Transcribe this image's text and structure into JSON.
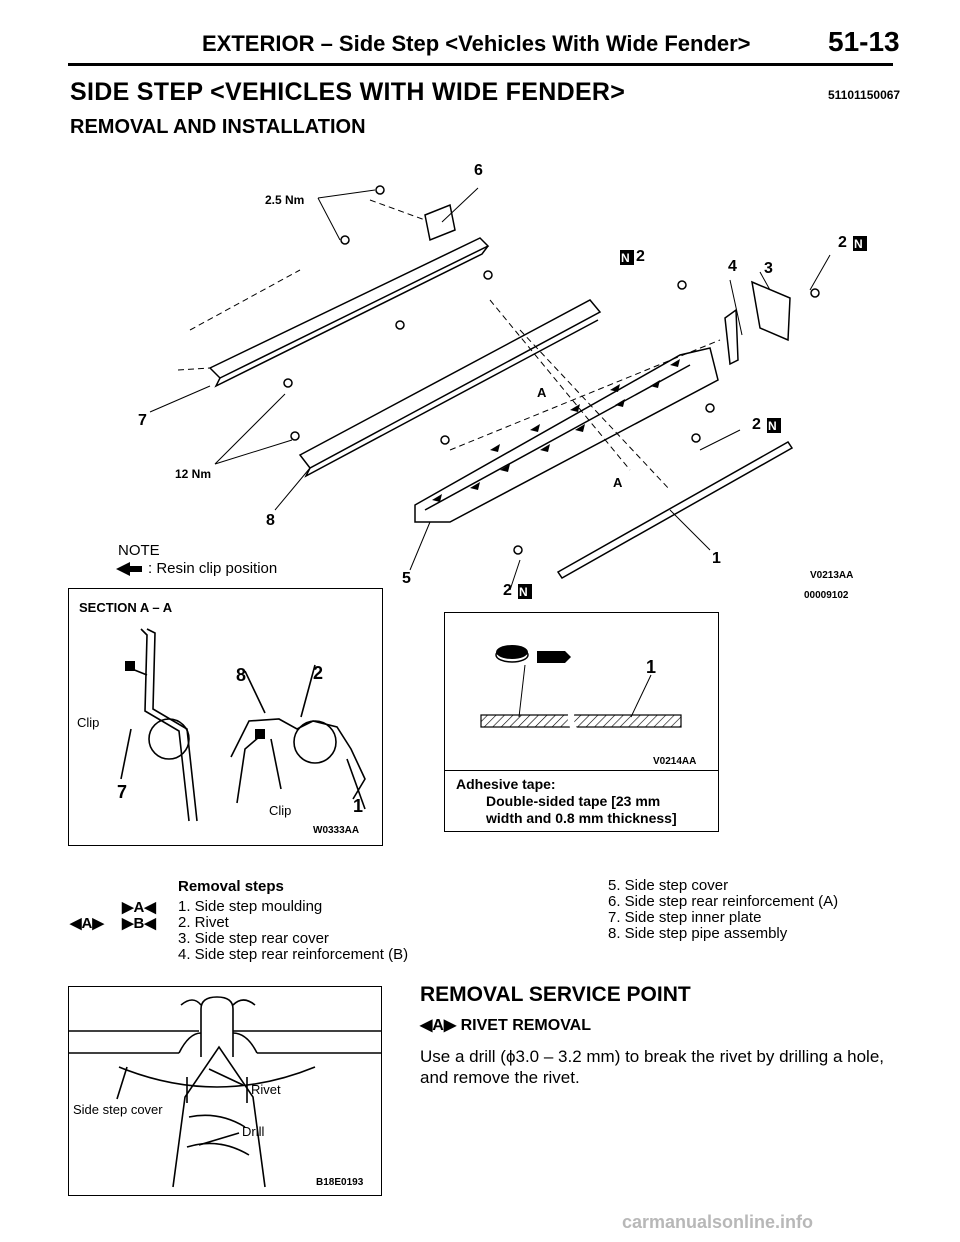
{
  "header": {
    "title": "EXTERIOR – Side Step <Vehicles With Wide Fender>",
    "page": "51-13"
  },
  "main_title": "SIDE STEP <VEHICLES WITH WIDE FENDER>",
  "doc_code": "51101150067",
  "subtitle": "REMOVAL AND INSTALLATION",
  "figure1": {
    "torque_top": "2.5 Nm",
    "torque_left": "12 Nm",
    "labels": {
      "n6": "6",
      "n7": "7",
      "n8": "8",
      "n5": "5",
      "n4": "4",
      "n3": "3",
      "n1": "1",
      "n2": "2",
      "sec_a": "A",
      "n_mark": "N"
    },
    "note_title": "NOTE",
    "note_text": ": Resin clip position",
    "code1": "V0213AA",
    "code2": "00009102"
  },
  "section_box": {
    "title": "SECTION A – A",
    "clip": "Clip",
    "n7": "7",
    "n8": "8",
    "n2": "2",
    "n1": "1",
    "code": "W0333AA"
  },
  "tape_box": {
    "n1": "1",
    "code": "V0214AA",
    "caption_title": "Adhesive tape:",
    "caption_line1": "Double-sided tape [23 mm",
    "caption_line2": "width and 0.8 mm thickness]"
  },
  "removal": {
    "heading": "Removal steps",
    "marks": {
      "a_right": "▶A◀",
      "a_left": "◀A▶",
      "b_right": "▶B◀"
    },
    "steps_left": [
      "1. Side step moulding",
      "2. Rivet",
      "3. Side step rear cover",
      "4. Side step rear reinforcement (B)"
    ],
    "steps_right": [
      "5. Side step cover",
      "6. Side step rear reinforcement (A)",
      "7. Side step inner plate",
      "8. Side step pipe assembly"
    ]
  },
  "drill_box": {
    "rivet": "Rivet",
    "side_step_cover": "Side step cover",
    "drill": "Drill",
    "code": "B18E0193"
  },
  "service": {
    "heading": "REMOVAL SERVICE POINT",
    "sub_mark": "◀A▶",
    "sub_title": "RIVET REMOVAL",
    "text": "Use a drill (ϕ3.0 – 3.2 mm) to break the rivet by drilling a hole, and remove the rivet."
  },
  "watermark": "carmanualsonline.info"
}
